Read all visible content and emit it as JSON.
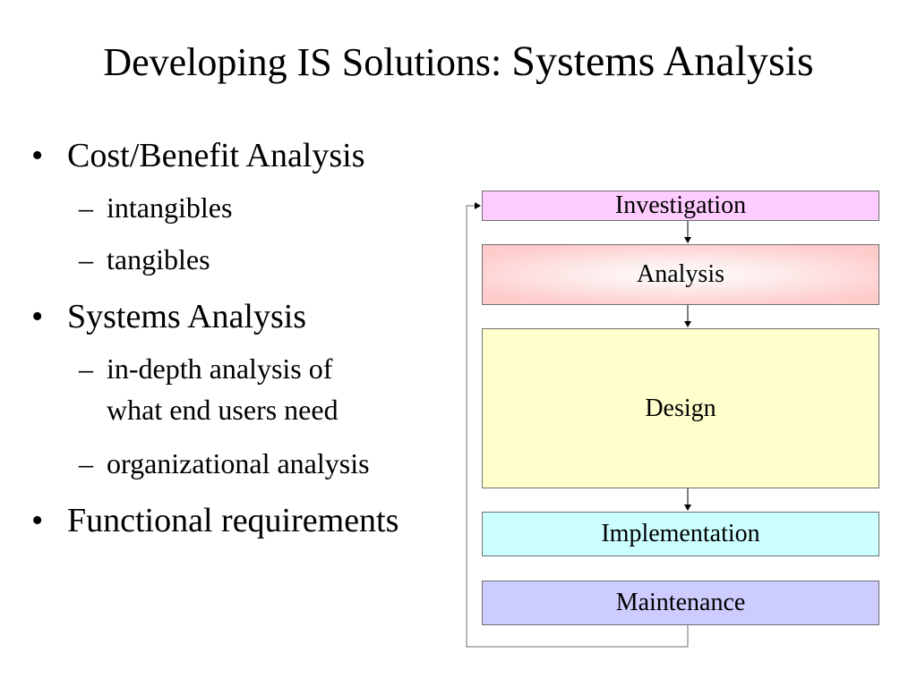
{
  "slide": {
    "title_part1": "Developing IS Solutions: ",
    "title_part2": "Systems Analysis"
  },
  "bullets": [
    {
      "text": "Cost/Benefit Analysis",
      "subs": [
        {
          "lines": [
            "intangibles"
          ]
        },
        {
          "lines": [
            "tangibles"
          ]
        }
      ]
    },
    {
      "text": "Systems Analysis",
      "subs": [
        {
          "lines": [
            "in-depth analysis of",
            "what end users need"
          ]
        },
        {
          "lines": [
            "organizational analysis"
          ]
        }
      ]
    },
    {
      "text": "Functional requirements",
      "subs": []
    }
  ],
  "bullet_symbols": {
    "level1": "•",
    "level2": "–"
  },
  "diagram": {
    "stages": [
      {
        "label": "Investigation",
        "color": "#ffccff"
      },
      {
        "label": "Analysis",
        "color": "#ffcccc"
      },
      {
        "label": "Design",
        "color": "#ffffcc"
      },
      {
        "label": "Implementation",
        "color": "#ccffff"
      },
      {
        "label": "Maintenance",
        "color": "#ccccff"
      }
    ],
    "arrow_color": "#000000",
    "border_color": "#6f6f6f"
  }
}
